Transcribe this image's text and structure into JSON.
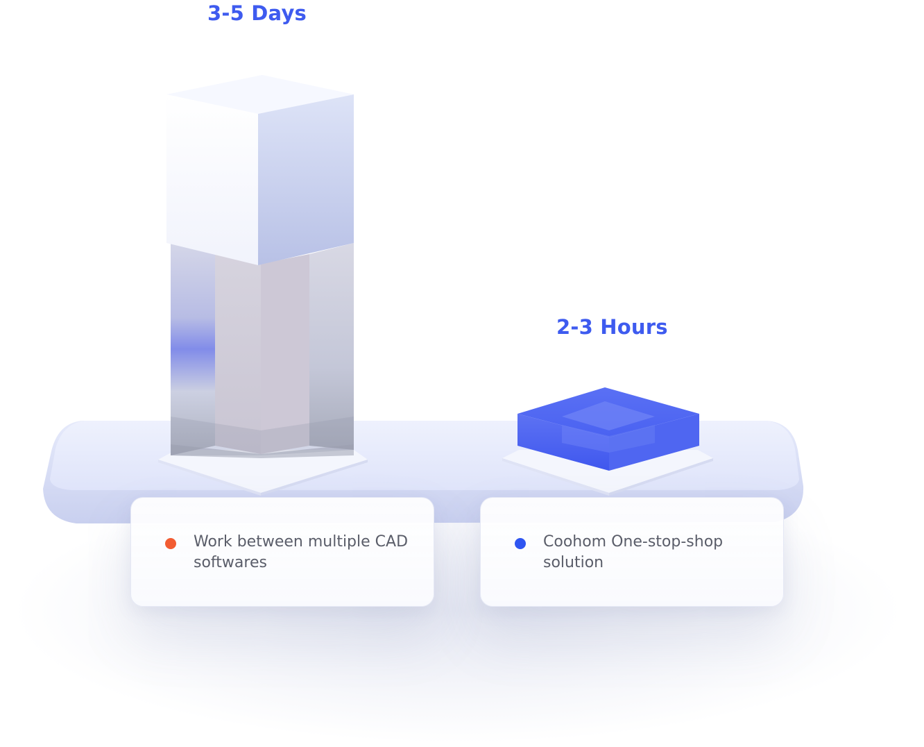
{
  "colors": {
    "accent_blue": "#3e5bef",
    "dot_orange": "#f25c32",
    "dot_blue": "#2f55f1",
    "text_gray": "#5a5d69"
  },
  "bars": [
    {
      "label": "3-5 Days",
      "legend_text": "Work between multiple CAD softwares",
      "dot_color": "#f25c32"
    },
    {
      "label": "2-3 Hours",
      "legend_text": "Coohom One-stop-shop solution",
      "dot_color": "#2f55f1"
    }
  ]
}
